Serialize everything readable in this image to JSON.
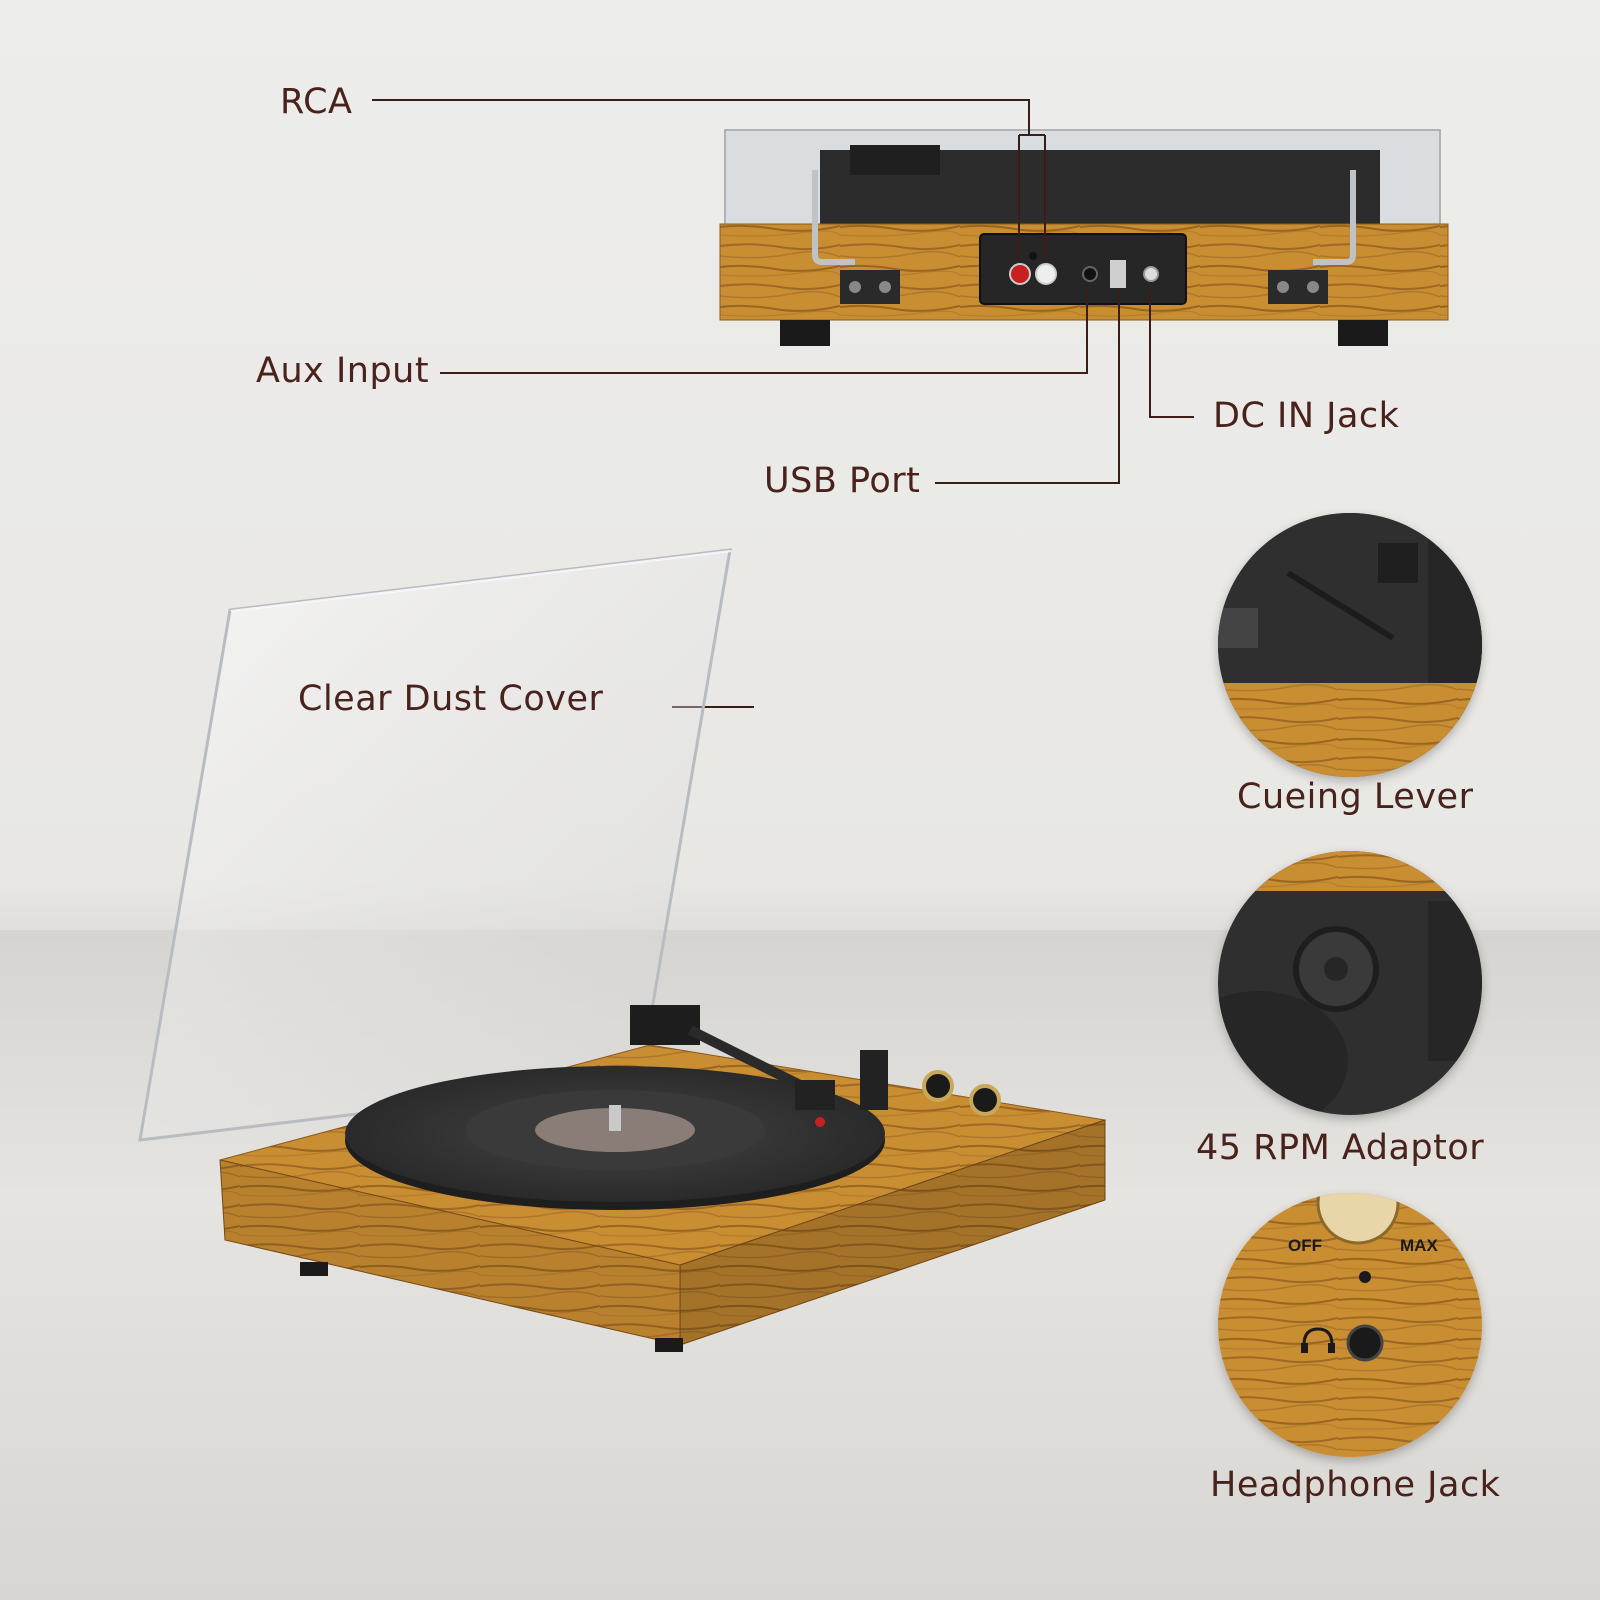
{
  "callouts": {
    "rca": "RCA",
    "aux_input": "Aux Input",
    "dc_in_jack": "DC IN Jack",
    "usb_port": "USB Port",
    "clear_dust_cover": "Clear Dust Cover"
  },
  "features": [
    {
      "label": "Cueing Lever"
    },
    {
      "label": "45 RPM Adaptor"
    },
    {
      "label": "Headphone Jack"
    }
  ],
  "headphone_panel": {
    "off_label": "OFF",
    "max_label": "MAX"
  },
  "colors": {
    "label_text": "#4a221c",
    "leader_line": "#3a1d18",
    "wood": "#c98d32",
    "platter": "#2f2f2f"
  }
}
